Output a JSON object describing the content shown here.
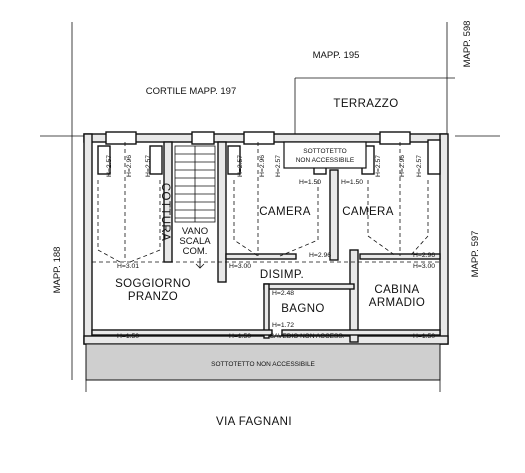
{
  "labels": {
    "mapp195": "MAPP. 195",
    "mapp598": "MAPP. 598",
    "cortile": "CORTILE MAPP. 197",
    "terrazzo": "TERRAZZO",
    "mapp188": "MAPP. 188",
    "mapp597": "MAPP. 597",
    "via": "VIA FAGNANI",
    "cottura": "COTTURA",
    "vano": "VANO",
    "scala": "SCALA",
    "com": "COM.",
    "camera1": "CAMERA",
    "camera2": "CAMERA",
    "sottotetto_top_1": "SOTTOTETTO",
    "sottotetto_top_2": "NON ACCESSIBILE",
    "disimp": "DISIMP.",
    "soggiorno": "SOGGIORNO",
    "pranzo": "PRANZO",
    "bagno": "BAGNO",
    "cabina": "CABINA",
    "armadio": "ARMADIO",
    "cavedio": "CAVEDIO NON ACCESS.",
    "sottotetto_bottom": "SOTTOTETTO NON ACCESSIBILE"
  },
  "heights": {
    "h257_a": "H=2.57",
    "h296_a": "H=2.96",
    "h257_b": "H=2.57",
    "h257_c": "H=2.57",
    "h296_b": "H=2.96",
    "h257_d": "H=2.57",
    "h257_e": "H=2.57",
    "h296_c": "H=2.96",
    "h257_f": "H=2.57",
    "h150_top_a": "H=1.50",
    "h150_top_b": "H=1.50",
    "h301": "H=3.01",
    "h300_a": "H=3.00",
    "h296_d": "H=2.96",
    "h296_e": "H=2.96",
    "h300_b": "H=3.00",
    "h248": "H=2.48",
    "h172": "H=1.72",
    "h150_a": "H=1.50",
    "h150_b": "H=1.50",
    "h150_c": "H=1.50"
  }
}
